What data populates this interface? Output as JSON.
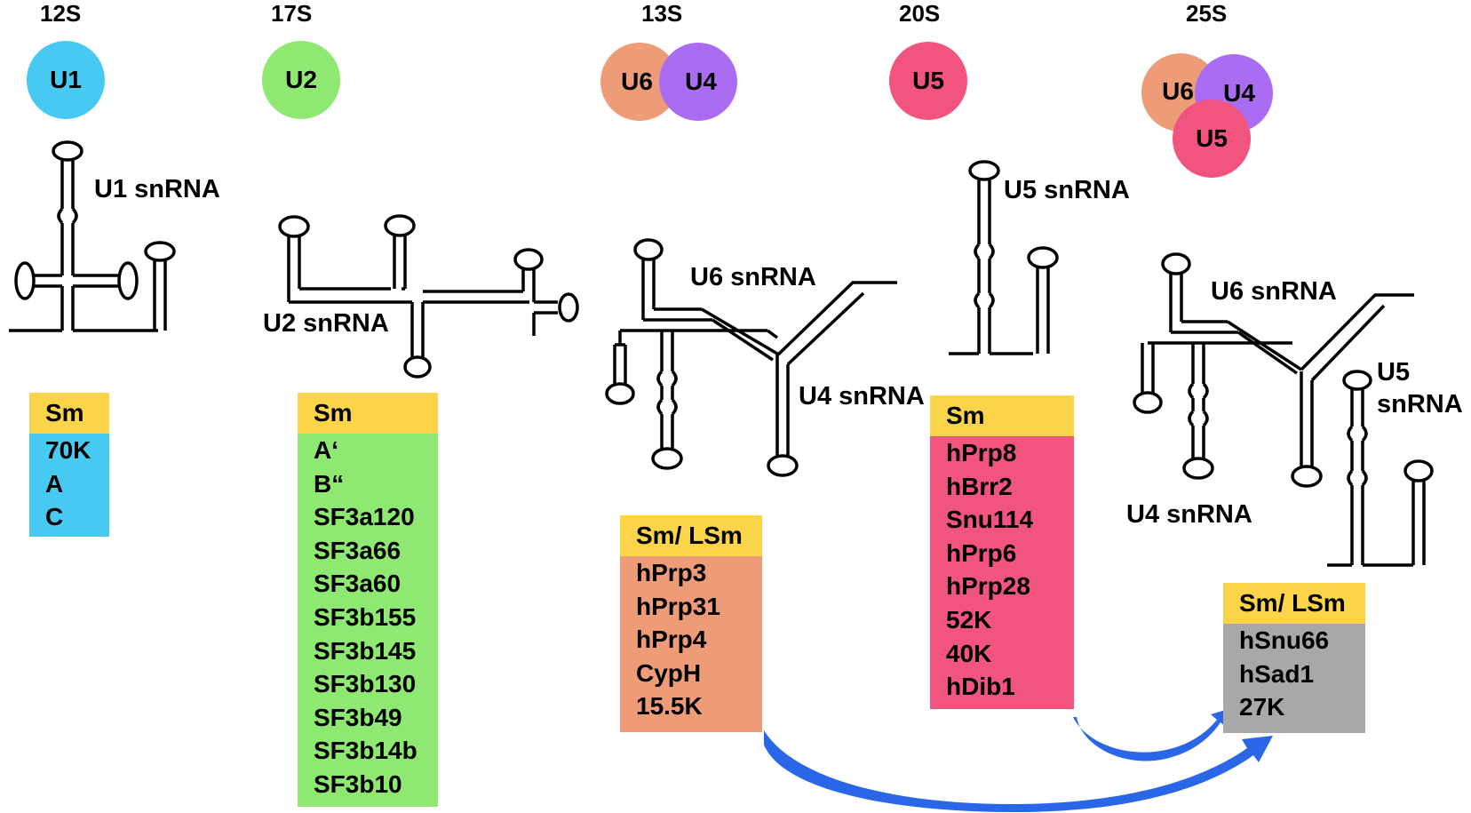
{
  "colors": {
    "u1": "#48c9f2",
    "u2": "#8ee872",
    "u6": "#ee9c78",
    "u4": "#a96cf2",
    "u5": "#f25480",
    "sm_header": "#fbd44a",
    "box_25s": "#a8a8a8",
    "arrow": "#2a66e8"
  },
  "particles": [
    {
      "id": "12s",
      "sedimentation": "12S",
      "snrnps": [
        "U1"
      ],
      "rna_labels": [
        "U1 snRNA"
      ],
      "box": {
        "header": "Sm",
        "items": [
          "70K",
          "A",
          "C"
        ]
      }
    },
    {
      "id": "17s",
      "sedimentation": "17S",
      "snrnps": [
        "U2"
      ],
      "rna_labels": [
        "U2 snRNA"
      ],
      "box": {
        "header": "Sm",
        "items": [
          "A‘",
          "B“",
          "SF3a120",
          "SF3a66",
          "SF3a60",
          "SF3b155",
          "SF3b145",
          "SF3b130",
          "SF3b49",
          "SF3b14b",
          "SF3b10"
        ]
      }
    },
    {
      "id": "13s",
      "sedimentation": "13S",
      "snrnps": [
        "U6",
        "U4"
      ],
      "rna_labels": [
        "U6 snRNA",
        "U4 snRNA"
      ],
      "box": {
        "header": "Sm/ LSm",
        "items": [
          "hPrp3",
          "hPrp31",
          "hPrp4",
          "CypH",
          "15.5K"
        ]
      }
    },
    {
      "id": "20s",
      "sedimentation": "20S",
      "snrnps": [
        "U5"
      ],
      "rna_labels": [
        "U5 snRNA"
      ],
      "box": {
        "header": "Sm",
        "items": [
          "hPrp8",
          "hBrr2",
          "Snu114",
          "hPrp6",
          "hPrp28",
          "52K",
          "40K",
          "hDib1"
        ]
      }
    },
    {
      "id": "25s",
      "sedimentation": "25S",
      "snrnps": [
        "U6",
        "U4",
        "U5"
      ],
      "rna_labels": [
        "U6 snRNA",
        "U4 snRNA",
        "U5",
        "snRNA"
      ],
      "box": {
        "header": "Sm/ LSm",
        "items": [
          "hSnu66",
          "hSad1",
          "27K"
        ]
      }
    }
  ]
}
